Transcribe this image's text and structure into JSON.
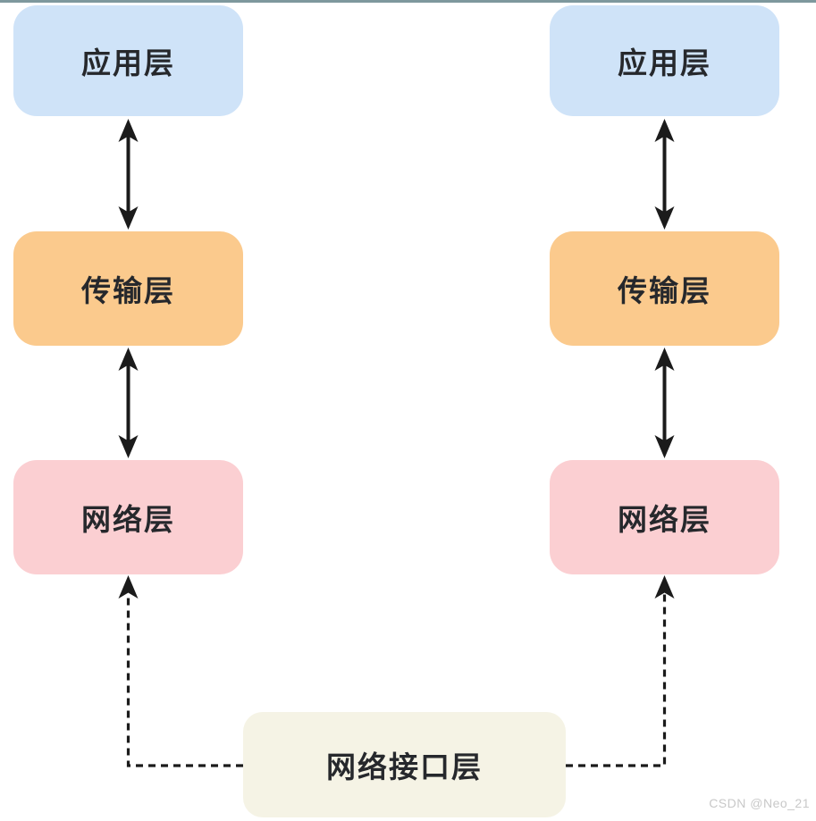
{
  "layers": {
    "application": {
      "label": "应用层",
      "bg": "#cfe3f8"
    },
    "transport": {
      "label": "传输层",
      "bg": "#fbca8d"
    },
    "network": {
      "label": "网络层",
      "bg": "#fbcfd2"
    },
    "interface": {
      "label": "网络接口层",
      "bg": "#f5f3e5"
    }
  },
  "colors": {
    "background": "#ffffff",
    "top_bar": "#7e989d",
    "arrow": "#1b1b1b",
    "text": "#26282c",
    "watermark": "#c8c8c8"
  },
  "watermark": {
    "label": "CSDN @Neo_21"
  }
}
